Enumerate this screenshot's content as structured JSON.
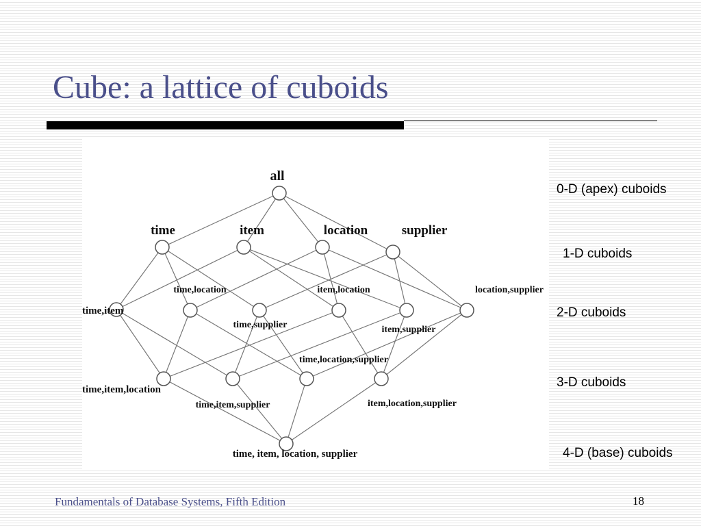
{
  "slide": {
    "title": "Cube: a lattice of cuboids",
    "footer": "Fundamentals of Database Systems, Fifth Edition",
    "page_number": "18"
  },
  "lattice": {
    "nodes": [
      {
        "id": "all",
        "label": "all"
      },
      {
        "id": "t",
        "label": "time"
      },
      {
        "id": "i",
        "label": "item"
      },
      {
        "id": "l",
        "label": "location"
      },
      {
        "id": "s",
        "label": "supplier"
      },
      {
        "id": "ti",
        "label": "time,item"
      },
      {
        "id": "tl",
        "label": "time,location"
      },
      {
        "id": "ts",
        "label": "time,supplier"
      },
      {
        "id": "il",
        "label": "item,location"
      },
      {
        "id": "is",
        "label": "item,supplier"
      },
      {
        "id": "ls",
        "label": "location,supplier"
      },
      {
        "id": "til",
        "label": "time,item,location"
      },
      {
        "id": "tis",
        "label": "time,item,supplier"
      },
      {
        "id": "tls",
        "label": "time,location,supplier"
      },
      {
        "id": "ils",
        "label": "item,location,supplier"
      },
      {
        "id": "tils",
        "label": "time, item, location, supplier"
      }
    ],
    "edges": [
      [
        "all",
        "t"
      ],
      [
        "all",
        "i"
      ],
      [
        "all",
        "l"
      ],
      [
        "all",
        "s"
      ],
      [
        "t",
        "ti"
      ],
      [
        "t",
        "tl"
      ],
      [
        "t",
        "ts"
      ],
      [
        "i",
        "ti"
      ],
      [
        "i",
        "il"
      ],
      [
        "i",
        "is"
      ],
      [
        "l",
        "tl"
      ],
      [
        "l",
        "il"
      ],
      [
        "l",
        "ls"
      ],
      [
        "s",
        "ts"
      ],
      [
        "s",
        "is"
      ],
      [
        "s",
        "ls"
      ],
      [
        "ti",
        "til"
      ],
      [
        "ti",
        "tis"
      ],
      [
        "tl",
        "til"
      ],
      [
        "tl",
        "tls"
      ],
      [
        "ts",
        "tis"
      ],
      [
        "ts",
        "tls"
      ],
      [
        "il",
        "til"
      ],
      [
        "il",
        "ils"
      ],
      [
        "is",
        "tis"
      ],
      [
        "is",
        "ils"
      ],
      [
        "ls",
        "tls"
      ],
      [
        "ls",
        "ils"
      ],
      [
        "til",
        "tils"
      ],
      [
        "tis",
        "tils"
      ],
      [
        "tls",
        "tils"
      ],
      [
        "ils",
        "tils"
      ]
    ]
  },
  "levels": [
    {
      "label": "0-D (apex) cuboids"
    },
    {
      "label": "1-D cuboids"
    },
    {
      "label": "2-D cuboids"
    },
    {
      "label": "3-D cuboids"
    },
    {
      "label": "4-D (base) cuboids"
    }
  ]
}
